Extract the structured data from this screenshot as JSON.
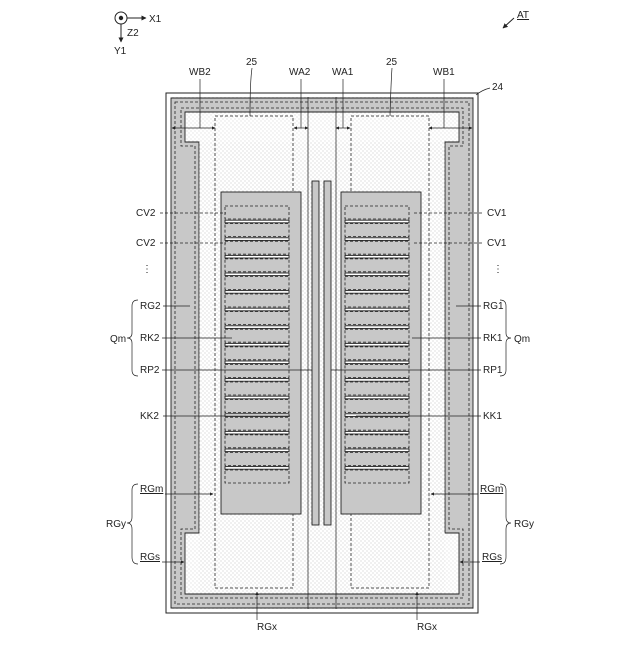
{
  "axes": {
    "x": "X1",
    "y": "Y1",
    "z": "Z2"
  },
  "reference": "AT",
  "labels": {
    "wb2": "WB2",
    "wa2": "WA2",
    "wa1": "WA1",
    "wb1": "WB1",
    "ref25": "25",
    "ref24": "24",
    "cv2": "CV2",
    "cv1": "CV1",
    "rg2": "RG2",
    "rg1": "RG1",
    "qm": "Qm",
    "rk2": "RK2",
    "rk1": "RK1",
    "rp2": "RP2",
    "rp1": "RP1",
    "kk2": "KK2",
    "kk1": "KK1",
    "rgm": "RGm",
    "rgy": "RGy",
    "rgs": "RGs",
    "rgx": "RGx"
  },
  "slots_per_column": 16,
  "colors": {
    "band": "#c8c8c8",
    "line": "#222222",
    "stipple": "#bbbbbb"
  }
}
